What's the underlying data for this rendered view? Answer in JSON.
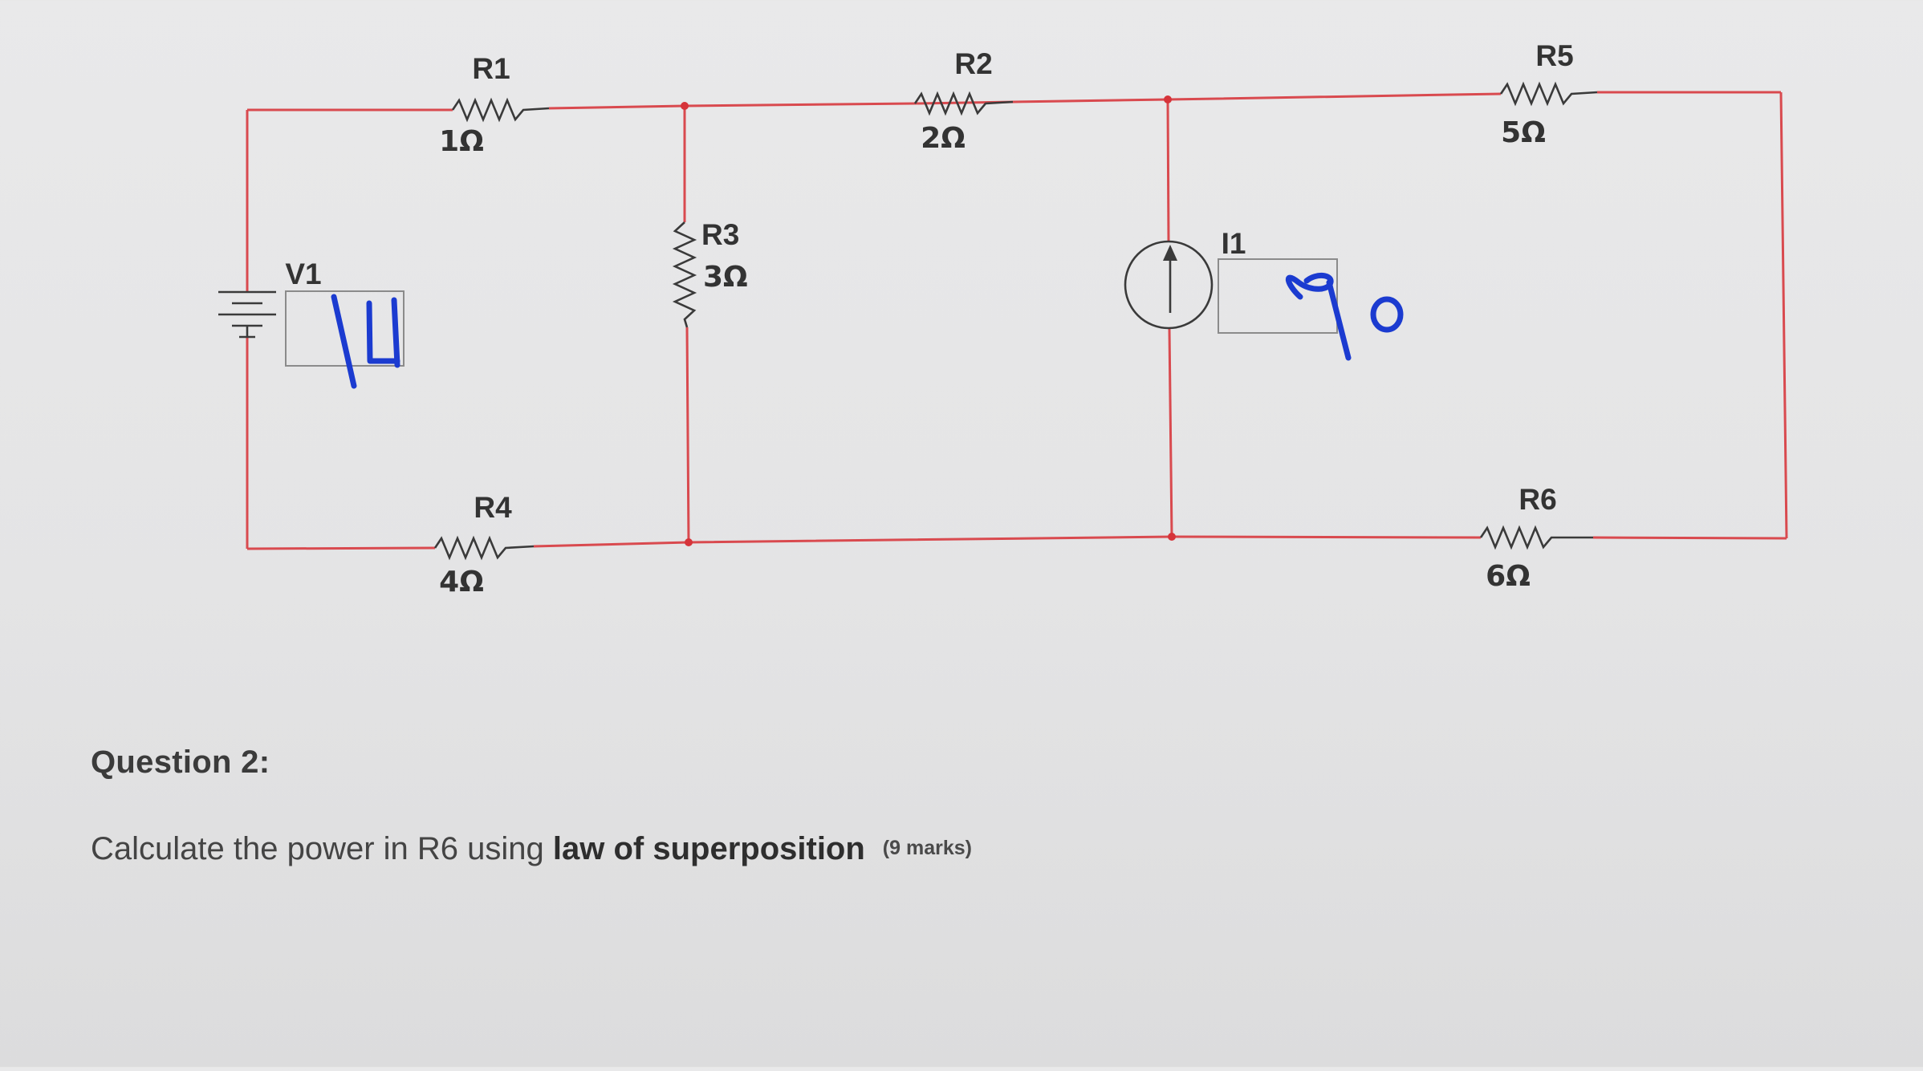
{
  "circuit": {
    "resistors": [
      {
        "name": "R1",
        "value": "1Ω"
      },
      {
        "name": "R2",
        "value": "2Ω"
      },
      {
        "name": "R3",
        "value": "3Ω"
      },
      {
        "name": "R4",
        "value": "4Ω"
      },
      {
        "name": "R5",
        "value": "5Ω"
      },
      {
        "name": "R6",
        "value": "6Ω"
      }
    ],
    "voltage_source": {
      "name": "V1",
      "handwritten_value": "14"
    },
    "current_source": {
      "name": "I1",
      "handwritten_value": "90"
    }
  },
  "question": {
    "title": "Question 2:",
    "prompt_plain": "Calculate the power in R6 using ",
    "prompt_bold": "law of superposition",
    "marks": "(9 marks)"
  }
}
